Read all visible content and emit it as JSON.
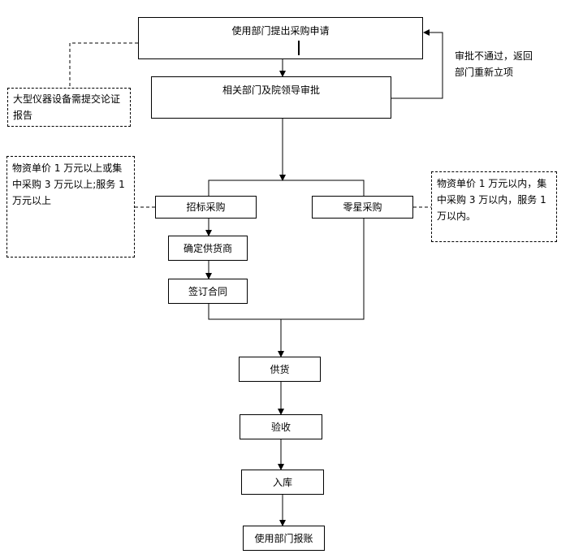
{
  "steps": {
    "apply": "使用部门提出采购申请",
    "approve": "相关部门及院领导审批",
    "tender": "招标采购",
    "retail": "零星采购",
    "supplier": "确定供货商",
    "contract": "签订合同",
    "supply": "供货",
    "accept": "验收",
    "store": "入库",
    "reimburse": "使用部门报账"
  },
  "notes": {
    "demonstration": "大型仪器设备需提交论证报告",
    "reject": "审批不通过，返回部门重新立项",
    "tender_condition": "物资单价 1 万元以上或集中采购 3 万元以上;服务 1 万元以上",
    "retail_condition": "物资单价 1 万元以内，集中采购 3 万以内，服务 1 万以内。"
  }
}
